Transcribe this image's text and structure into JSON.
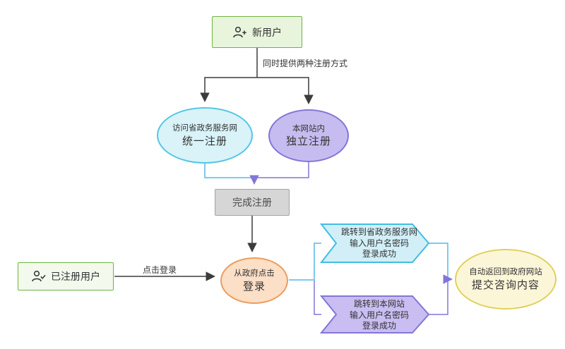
{
  "diagram": {
    "new_user": "新用户",
    "branch_label": "同时提供两种注册方式",
    "unified": {
      "top": "访问省政务服务网",
      "main": "统一注册"
    },
    "independent": {
      "top": "本网站内",
      "main": "独立注册"
    },
    "complete": "完成注册",
    "registered_user": "已注册用户",
    "click_login": "点击登录",
    "login": {
      "top": "从政府点击",
      "main": "登录"
    },
    "jump_gov": {
      "l1": "跳转到省政务服务网",
      "l2": "输入用户名密码",
      "l3": "登录成功"
    },
    "jump_site": {
      "l1": "跳转到本网站",
      "l2": "输入用户名密码",
      "l3": "登录成功"
    },
    "finish": {
      "top": "自动返回到政府网站",
      "main": "提交咨询内容"
    }
  },
  "colors": {
    "green_border": "#6fb33f",
    "green_fill": "#e8f4dc",
    "cyan_border": "#53c6e4",
    "cyan_fill": "#d9f3f8",
    "purple_border": "#8276d8",
    "purple_fill": "#c7bcf0",
    "gray_fill": "#d6d6d6",
    "orange_border": "#ee9d5e",
    "orange_fill": "#fbdfc7",
    "yellow_border": "#e0d05e",
    "yellow_fill": "#fcf6d8",
    "line_dark": "#3c3c3c",
    "line_blue": "#53b9e8",
    "line_purple": "#8276d8"
  }
}
